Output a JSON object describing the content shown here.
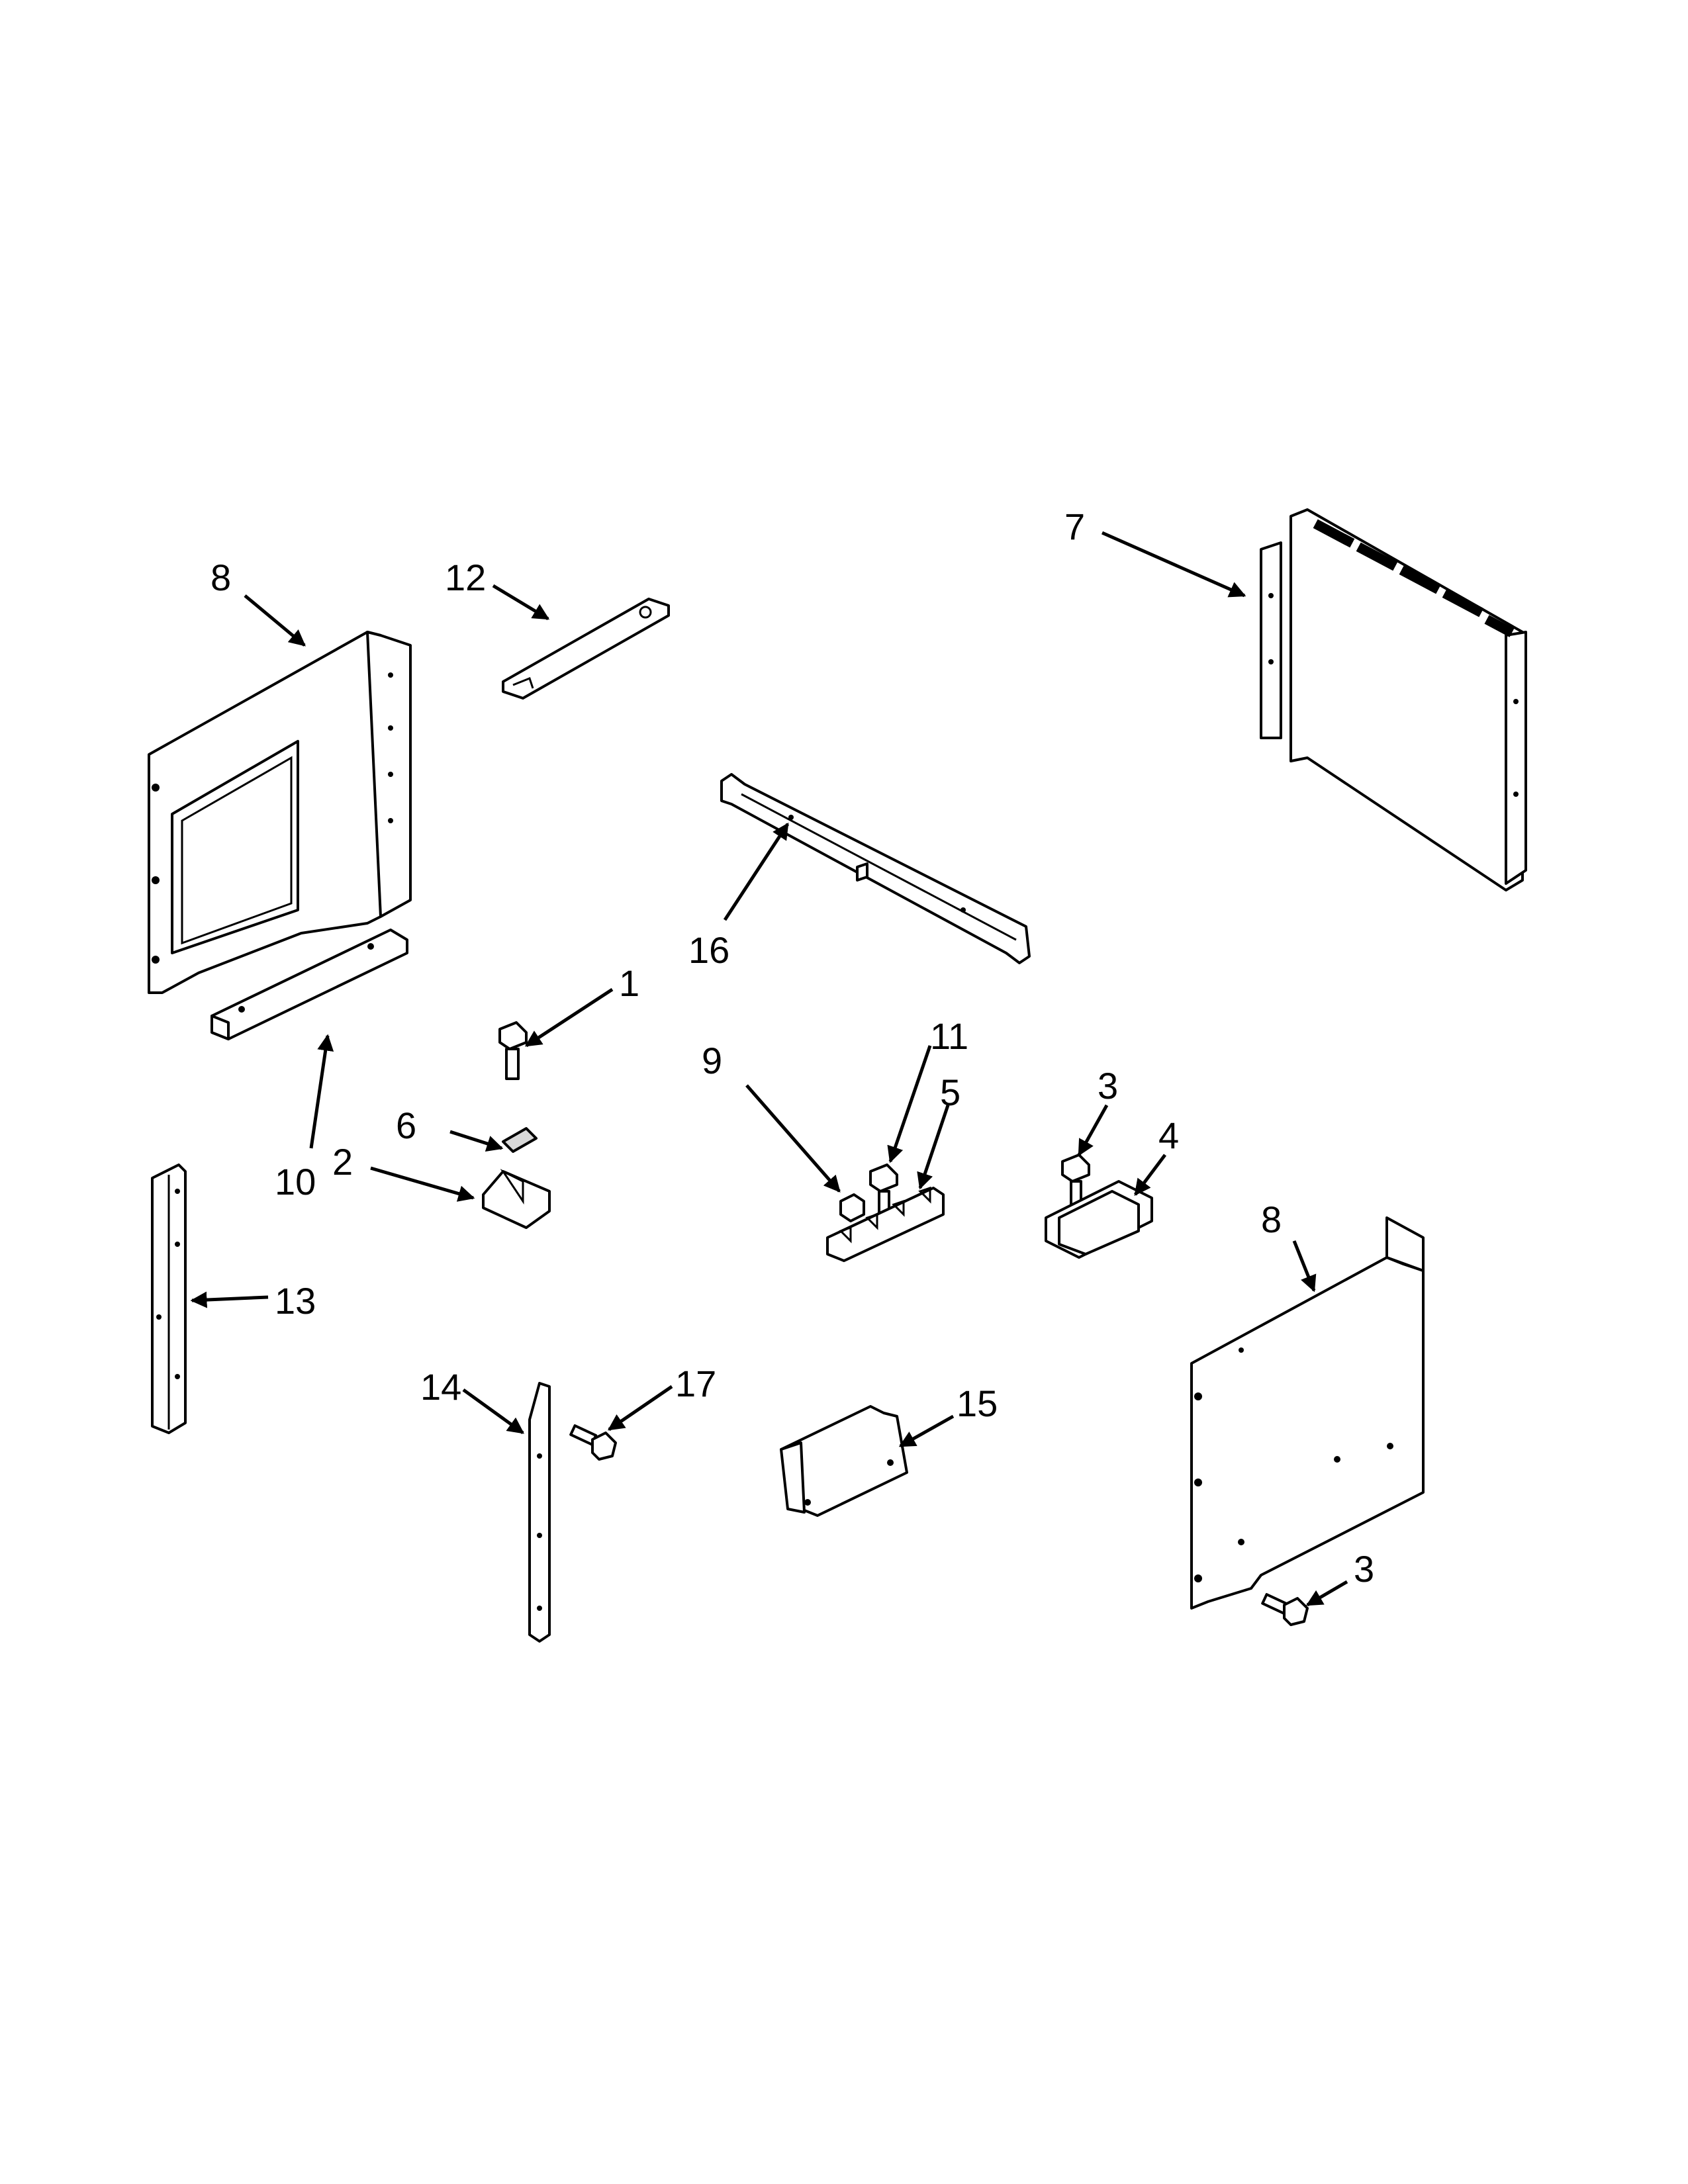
{
  "diagram": {
    "callouts": [
      {
        "id": "c1",
        "label": "1"
      },
      {
        "id": "c2",
        "label": "2"
      },
      {
        "id": "c3a",
        "label": "3"
      },
      {
        "id": "c3b",
        "label": "3"
      },
      {
        "id": "c4",
        "label": "4"
      },
      {
        "id": "c5",
        "label": "5"
      },
      {
        "id": "c6",
        "label": "6"
      },
      {
        "id": "c7",
        "label": "7"
      },
      {
        "id": "c8a",
        "label": "8"
      },
      {
        "id": "c8b",
        "label": "8"
      },
      {
        "id": "c9",
        "label": "9"
      },
      {
        "id": "c10",
        "label": "10"
      },
      {
        "id": "c11",
        "label": "11"
      },
      {
        "id": "c12",
        "label": "12"
      },
      {
        "id": "c13",
        "label": "13"
      },
      {
        "id": "c14",
        "label": "14"
      },
      {
        "id": "c15",
        "label": "15"
      },
      {
        "id": "c16",
        "label": "16"
      },
      {
        "id": "c17",
        "label": "17"
      }
    ]
  }
}
